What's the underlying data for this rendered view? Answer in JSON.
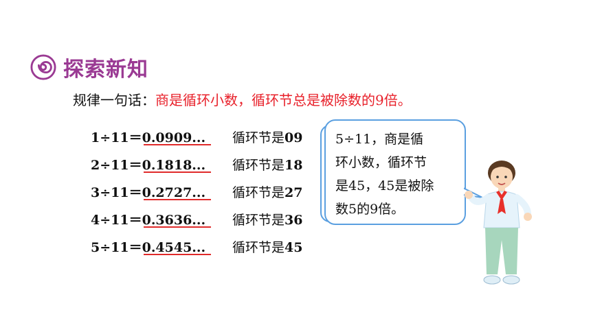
{
  "header": {
    "title": "探索新知"
  },
  "rule": {
    "prefix": "规律一句话：",
    "highlight": "商是循环小数，循环节总是被除数的9倍。"
  },
  "equations": [
    {
      "expr": "1÷11＝",
      "result": "0.0909...",
      "cycle_label": "循环节是",
      "cycle": "09"
    },
    {
      "expr": "2÷11＝",
      "result": "0.1818...",
      "cycle_label": "循环节是",
      "cycle": "18"
    },
    {
      "expr": "3÷11＝",
      "result": "0.2727...",
      "cycle_label": "循环节是",
      "cycle": "27"
    },
    {
      "expr": "4÷11＝",
      "result": "0.3636...",
      "cycle_label": "循环节是",
      "cycle": "36"
    },
    {
      "expr": "5÷11＝",
      "result": "0.4545...",
      "cycle_label": "循环节是",
      "cycle": "45"
    }
  ],
  "bubble": {
    "lines": [
      "5÷11，商是循",
      "环小数，循环节",
      "是45，45是被除",
      "数5的9倍。"
    ]
  },
  "colors": {
    "title": "#9a3a93",
    "highlight": "#e8202a",
    "underline": "#e02a2a",
    "bubble_border": "#5a9fe0"
  },
  "icons": [
    "spiral-icon",
    "boy-illustration"
  ]
}
